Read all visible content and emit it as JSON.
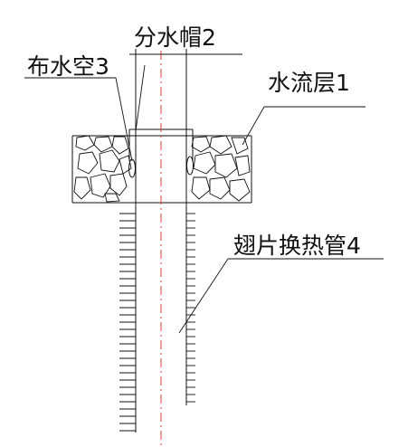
{
  "labels": {
    "cloth_water_gap": "布水空3",
    "water_cap": "分水帽2",
    "flow_layer": "水流层1",
    "finned_tube": "翅片换热管4"
  }
}
